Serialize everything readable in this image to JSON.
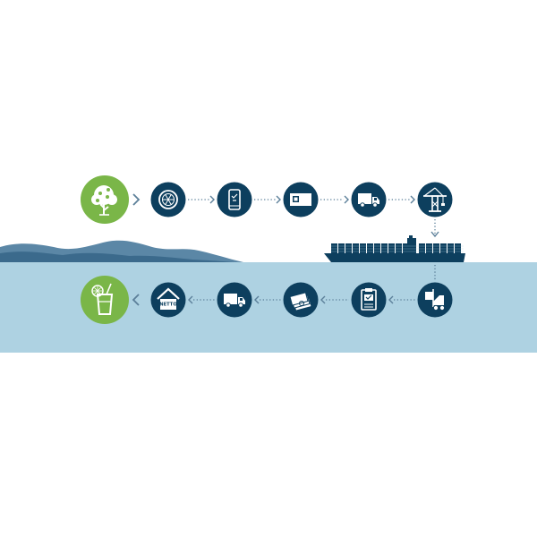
{
  "colors": {
    "background": "#ffffff",
    "water": "#aed2e2",
    "mountain_back": "#5b87a6",
    "mountain_front": "#3b6a8c",
    "node_dark": "#0d3f5e",
    "node_green": "#7ab648",
    "connector": "#5b7f99",
    "icon_white": "#ffffff",
    "ship": "#0d3f5e"
  },
  "top_row": [
    {
      "icon": "fruit-tree-icon",
      "style": "green"
    },
    {
      "icon": "citrus-slice-icon",
      "style": "dark"
    },
    {
      "icon": "mobile-phone-icon",
      "style": "dark"
    },
    {
      "icon": "shipping-container-icon",
      "style": "dark"
    },
    {
      "icon": "delivery-truck-icon",
      "style": "dark"
    },
    {
      "icon": "port-crane-icon",
      "style": "dark"
    }
  ],
  "bottom_row": [
    {
      "icon": "juice-glass-icon",
      "style": "green"
    },
    {
      "icon": "netto-store-icon",
      "style": "dark",
      "label": "NETTO"
    },
    {
      "icon": "delivery-truck-icon",
      "style": "dark"
    },
    {
      "icon": "cash-stack-icon",
      "style": "dark"
    },
    {
      "icon": "clipboard-check-icon",
      "style": "dark"
    },
    {
      "icon": "forklift-icon",
      "style": "dark"
    }
  ],
  "ship": {
    "icon": "container-ship-icon"
  },
  "mountains": {
    "icon": "mountain-range-icon"
  }
}
